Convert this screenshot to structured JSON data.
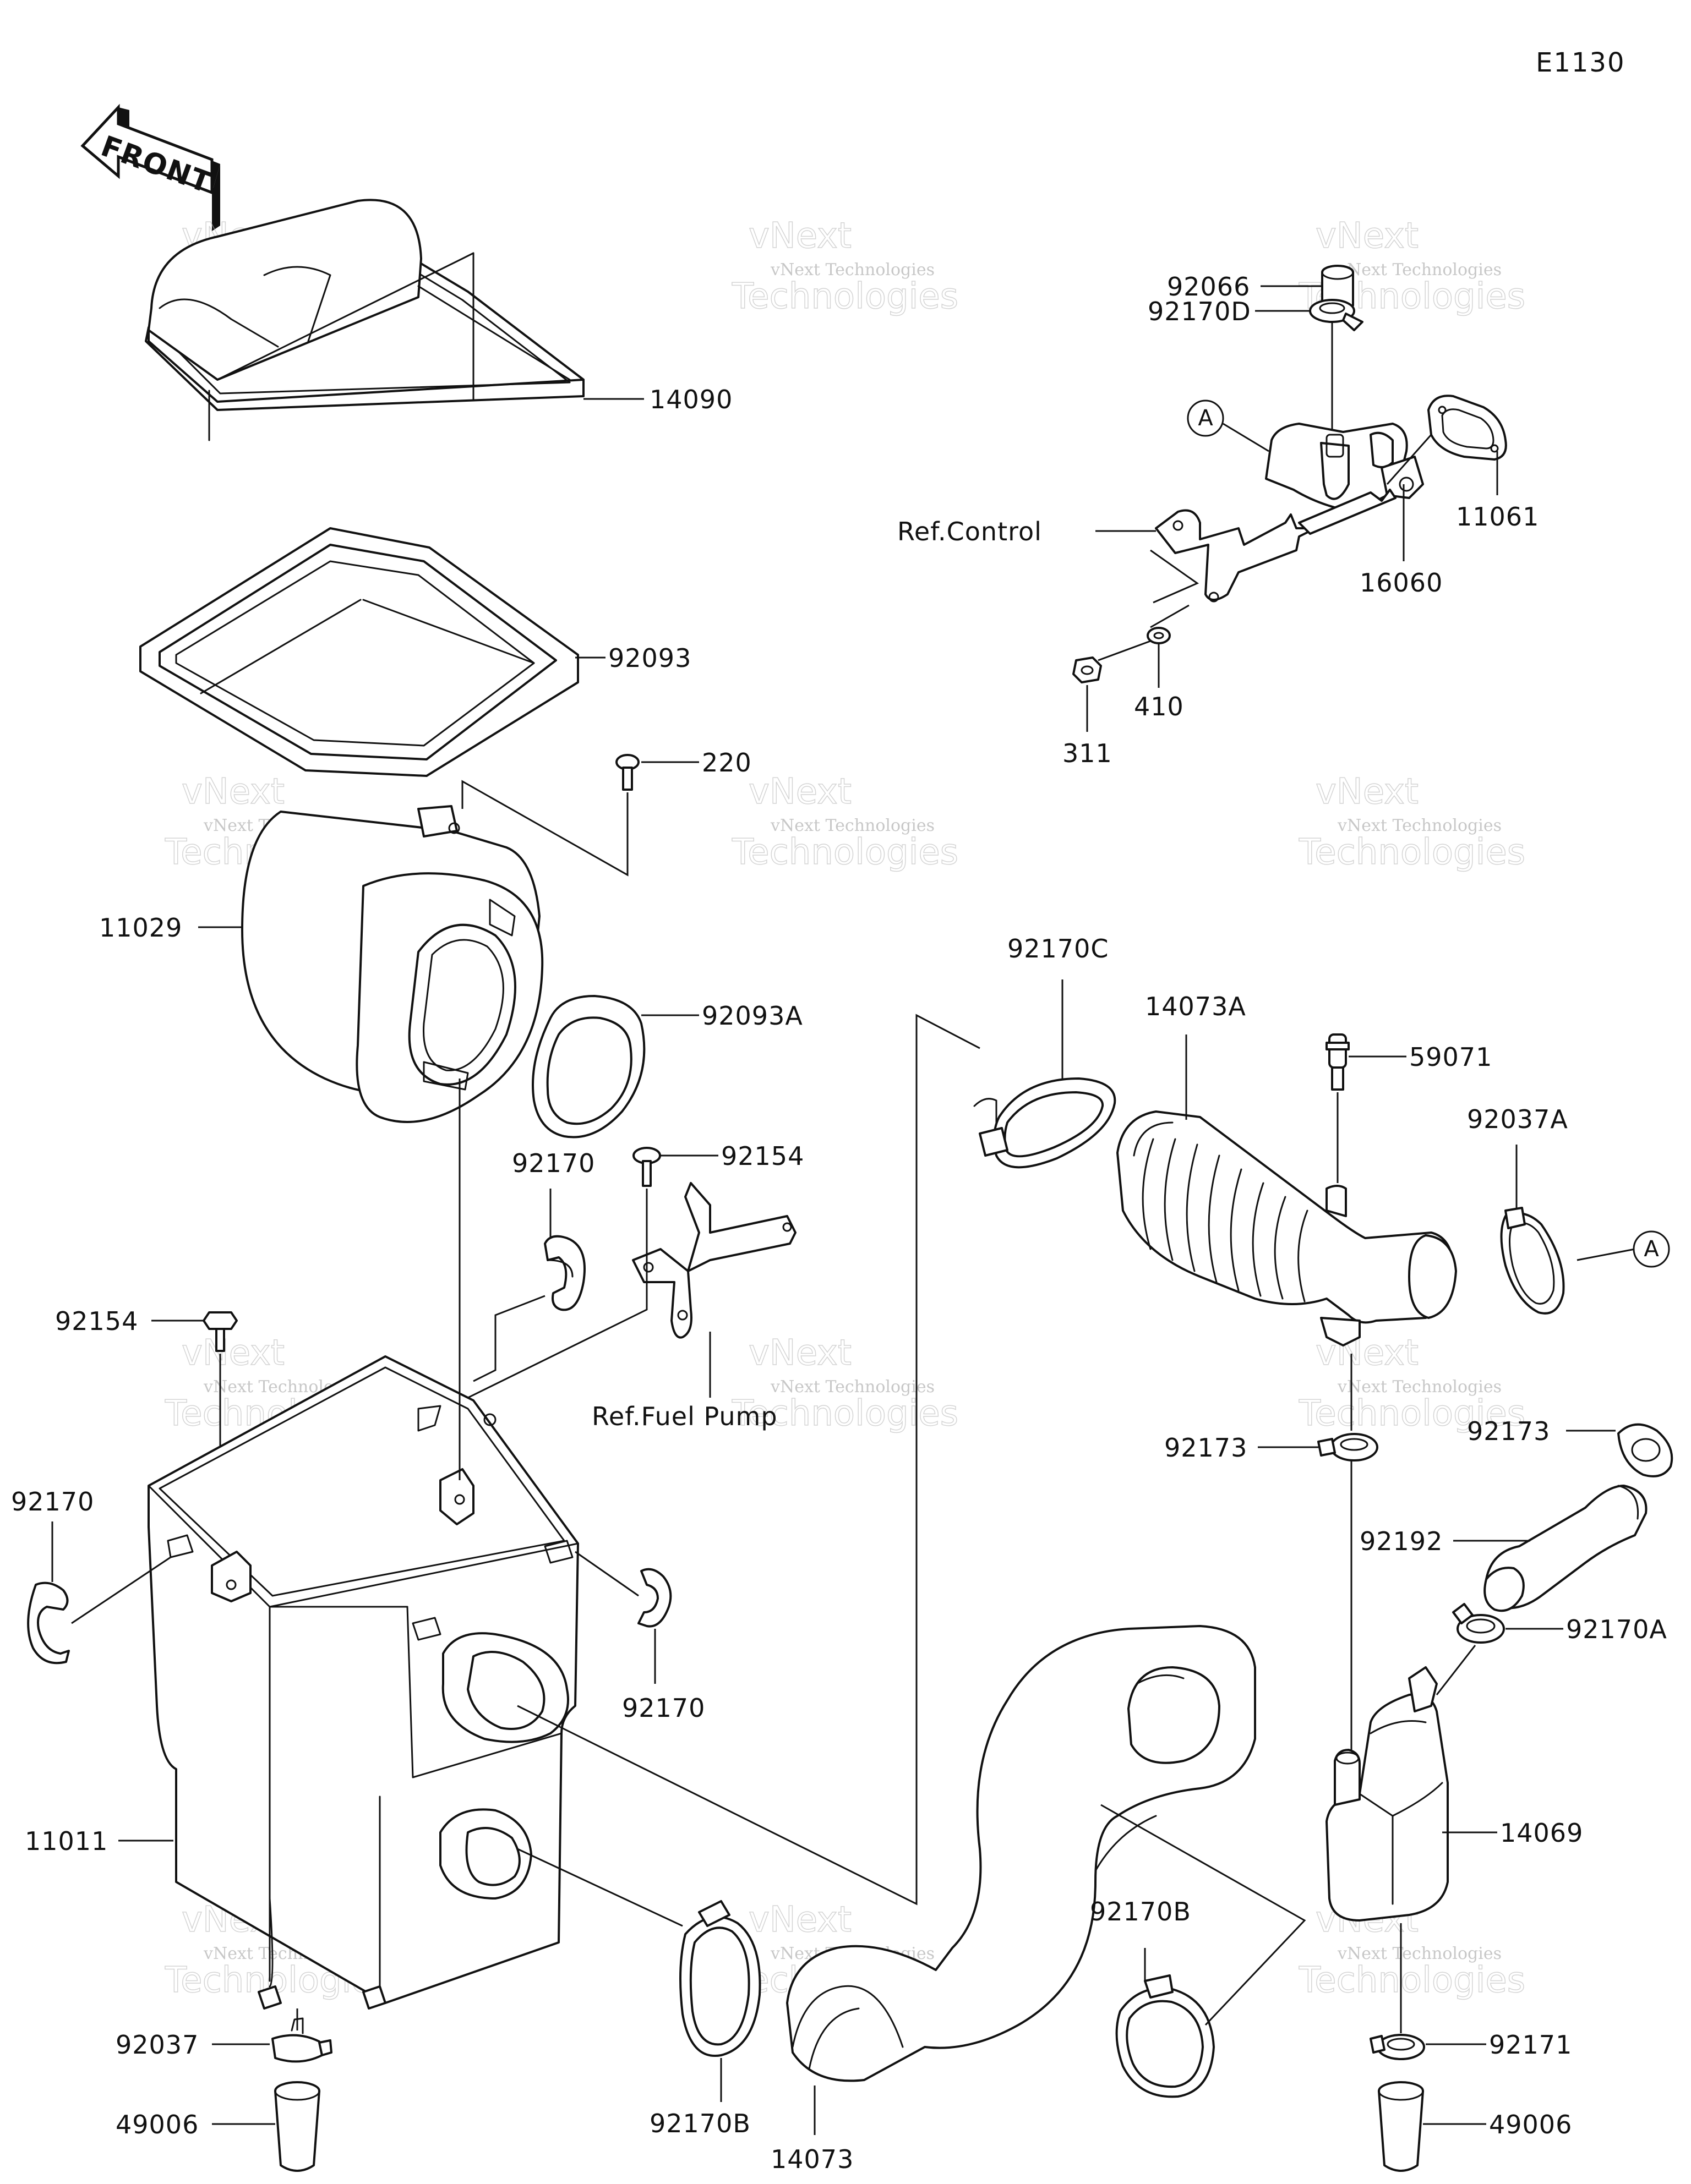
{
  "diagram_code": "E1130",
  "front_arrow_text": "FRONT",
  "watermark": {
    "line1": "vNext Technologies",
    "line2": "vNext",
    "line3": "Technologies"
  },
  "callouts": {
    "a1": "A",
    "a2": "A"
  },
  "labels": {
    "p92066": "92066",
    "p92170D": "92170D",
    "p14090": "14090",
    "p11061": "11061",
    "refControl": "Ref.Control",
    "p16060": "16060",
    "p410": "410",
    "p311": "311",
    "p92093": "92093",
    "p220": "220",
    "p11029": "11029",
    "p92093A": "92093A",
    "p92170C": "92170C",
    "p14073A": "14073A",
    "p59071": "59071",
    "p92037A": "92037A",
    "p92170_top": "92170",
    "p92154_top": "92154",
    "p92154_left": "92154",
    "refFuelPump": "Ref.Fuel Pump",
    "p92173_left": "92173",
    "p92173_right": "92173",
    "p92170_left": "92170",
    "p92192": "92192",
    "p92170A": "92170A",
    "p92170_mid": "92170",
    "p11011": "11011",
    "p14069": "14069",
    "p92170B_left": "92170B",
    "p92170B_right": "92170B",
    "p92037": "92037",
    "p92171": "92171",
    "p49006_left": "49006",
    "p49006_right": "49006",
    "p14073": "14073"
  }
}
